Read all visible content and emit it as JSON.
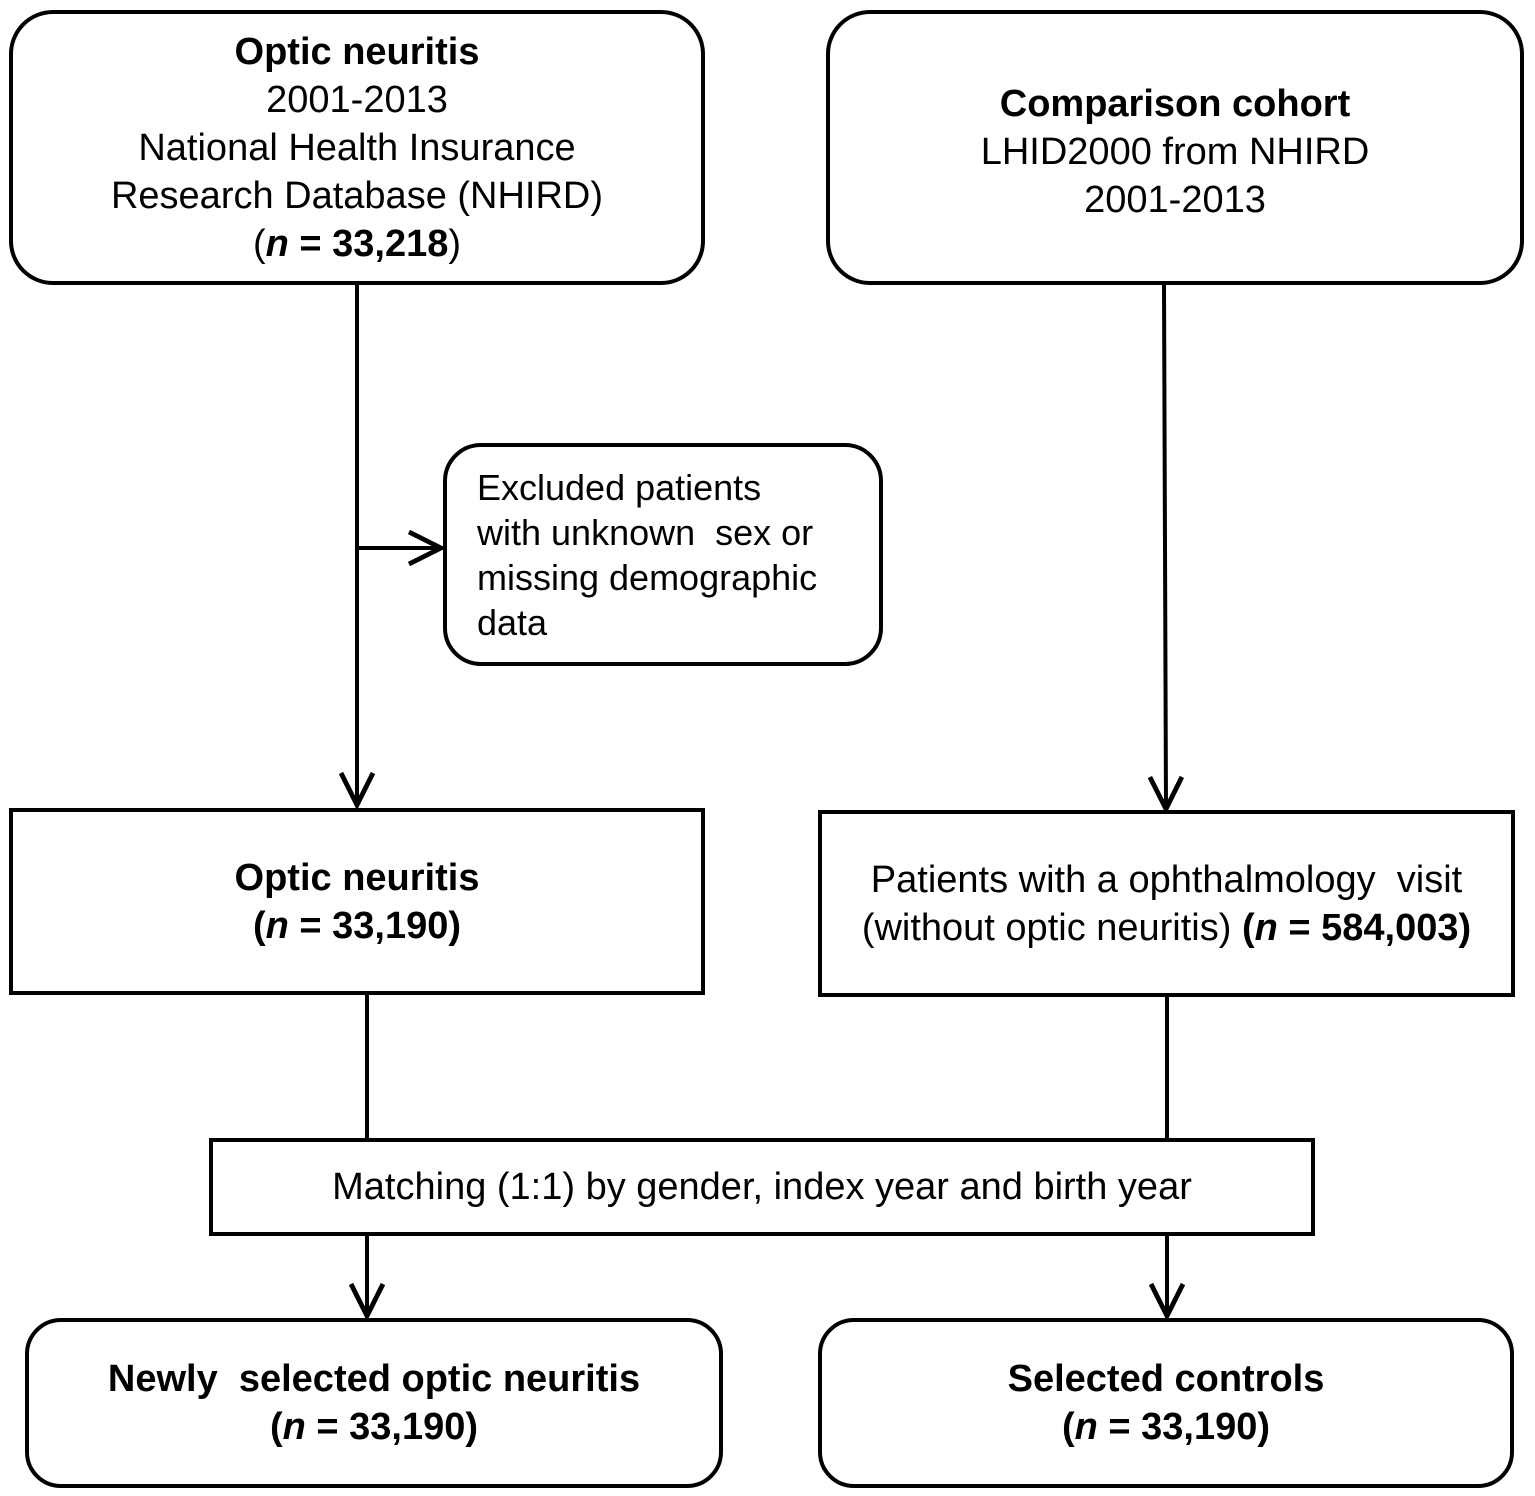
{
  "top_left": {
    "title": "Optic neuritis",
    "years": "2001-2013",
    "source_line1": "National Health Insurance",
    "source_line2": "Research Database (NHIRD)",
    "count": {
      "open": "(",
      "n": "n",
      "eq": " = 33,218",
      "close": ")"
    }
  },
  "top_right": {
    "title": "Comparison cohort",
    "source": "LHID2000 from NHIRD",
    "years": "2001-2013"
  },
  "excluded": {
    "line1": "Excluded patients",
    "line2": "with unknown  sex or",
    "line3": "missing demographic",
    "line4": "data"
  },
  "mid_left": {
    "title": "Optic neuritis",
    "count": {
      "open": "(",
      "n": "n",
      "eq": " = 33,190",
      "close": ")"
    }
  },
  "mid_right": {
    "line1": "Patients with a ophthalmology  visit",
    "line2_plain": "(without optic neuritis) ",
    "count": {
      "open": "(",
      "n": "n",
      "eq": " = 584,003",
      "close": ")"
    }
  },
  "matching": {
    "label": "Matching (1:1) by gender, index year and birth year"
  },
  "bottom_left": {
    "title": "Newly  selected optic neuritis",
    "count": {
      "open": "(",
      "n": "n",
      "eq": " = 33,190",
      "close": ")"
    }
  },
  "bottom_right": {
    "title": "Selected controls",
    "count": {
      "open": "(",
      "n": "n",
      "eq": " = 33,190",
      "close": ")"
    }
  }
}
